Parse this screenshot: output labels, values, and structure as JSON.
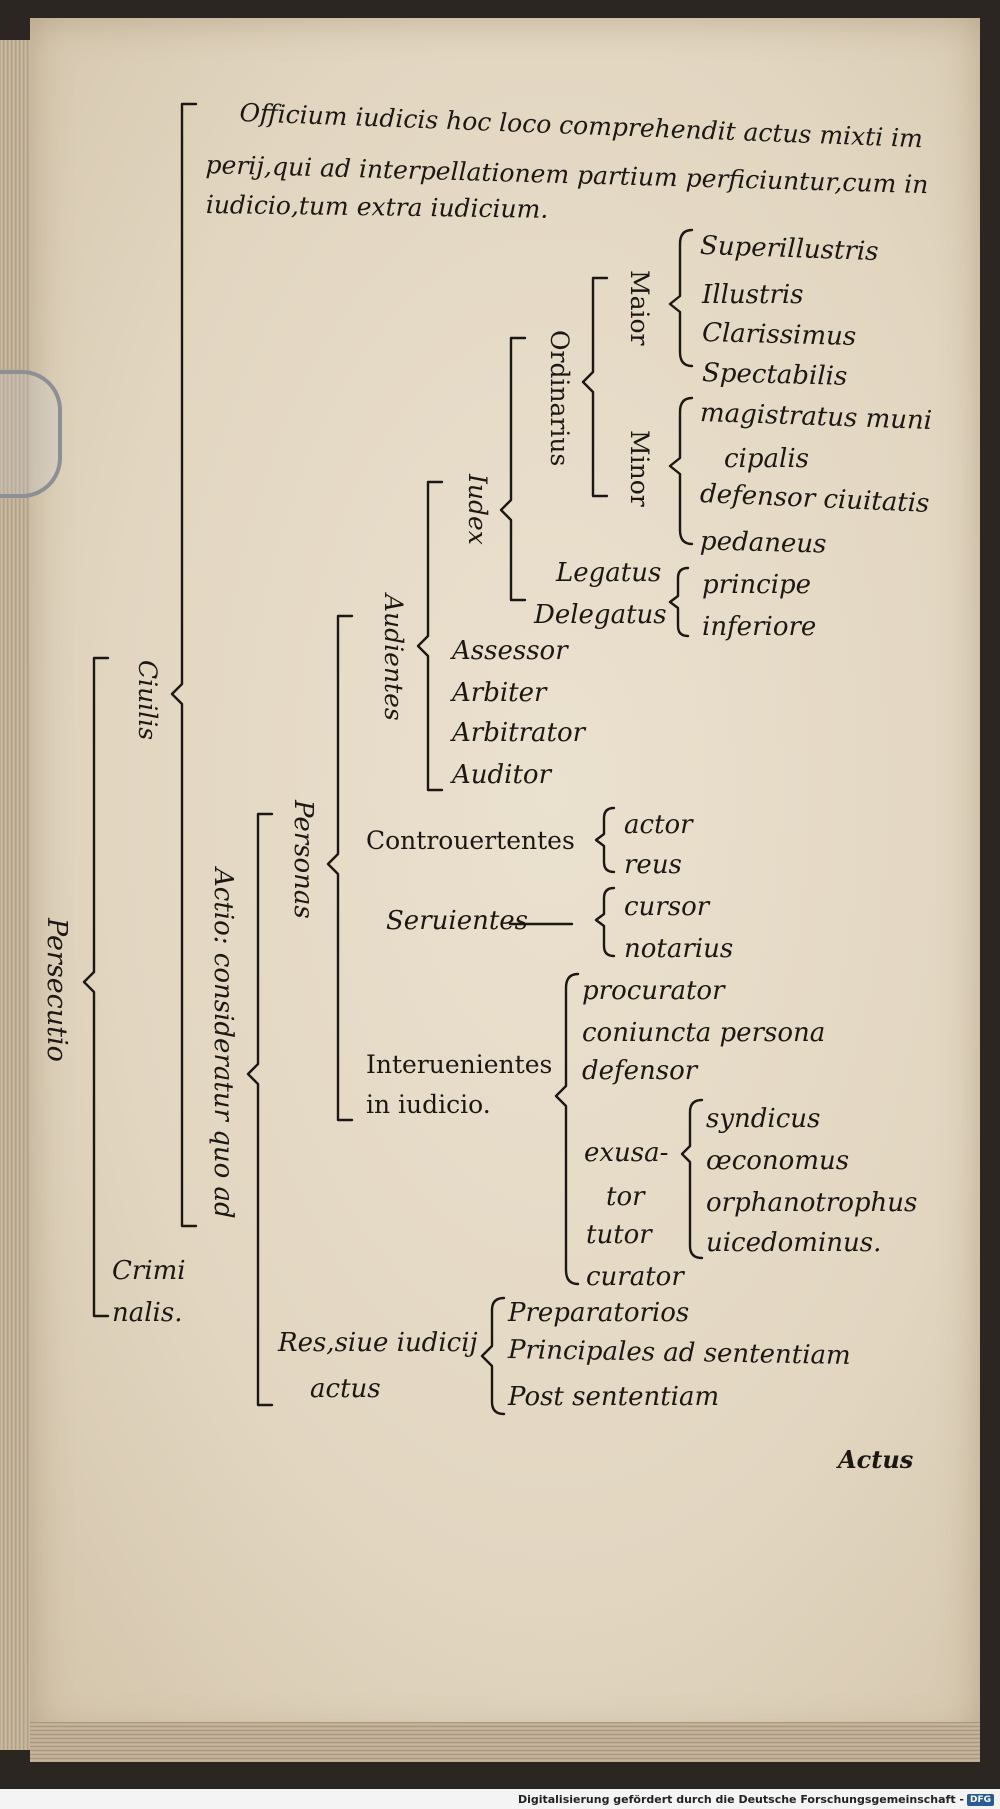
{
  "header": {
    "lines": [
      "Officium iudicis hoc loco comprehendit actus mixti im",
      "perij,qui ad interpellationem partium perficiuntur,cum in",
      "iudicio,tum extra iudicium."
    ]
  },
  "tree": {
    "persecutio": "Persecutio",
    "ciuilis": "Ciuilis",
    "criminalis": [
      "Crimi",
      "nalis."
    ],
    "actio": "Actio: consideratur quo ad",
    "personas": "Personas",
    "audientes": "Audientes",
    "iudex": "Iudex",
    "ordinarius": "Ordinarius",
    "maior": "Maior",
    "minor": "Minor",
    "maior_items": [
      "Superillustris",
      "Illustris",
      "Clarissimus",
      "Spectabilis"
    ],
    "minor_items": [
      "magistratus muni",
      "cipalis",
      "defensor ciuitatis",
      "pedaneus"
    ],
    "legatus": "Legatus",
    "delegatus": "Delegatus",
    "legatus_items": [
      "principe",
      "inferiore"
    ],
    "audientes_items": [
      "Assessor",
      "Arbiter",
      "Arbitrator",
      "Auditor"
    ],
    "controuertentes": "Controuertentes",
    "controuertentes_items": [
      "actor",
      "reus"
    ],
    "seruientes": "Seruientes",
    "seruientes_items": [
      "cursor",
      "notarius"
    ],
    "interuenientes": [
      "Interuenientes",
      "in iudicio."
    ],
    "interuenientes_items": [
      "procurator",
      "coniuncta persona",
      "defensor"
    ],
    "exusator": [
      "exusa-",
      "tor"
    ],
    "exusator_items": [
      "syndicus",
      "œconomus",
      "orphanotrophus",
      "uicedominus."
    ],
    "tutor": "tutor",
    "curator": "curator",
    "res": [
      "Res,siue iudicij",
      "actus"
    ],
    "res_items": [
      "Preparatorios",
      "Principales ad sententiam",
      "Post sententiam"
    ]
  },
  "catchword": "Actus",
  "footer": {
    "credit": "Digitalisierung gefördert durch die Deutsche Forschungsgemeinschaft -",
    "logo": "DFG"
  }
}
